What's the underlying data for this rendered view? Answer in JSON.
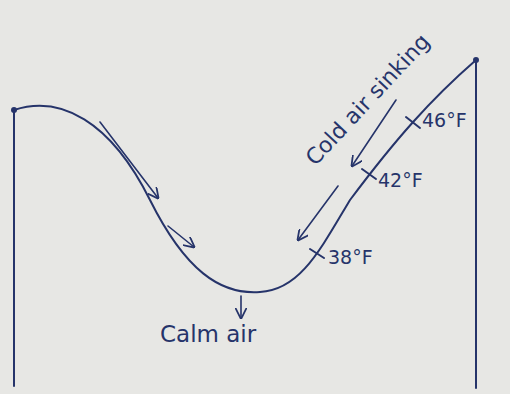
{
  "diagram": {
    "labels": [
      "Cold air sinking",
      "46°F",
      "42°F",
      "38°F",
      "Calm air"
    ]
  }
}
